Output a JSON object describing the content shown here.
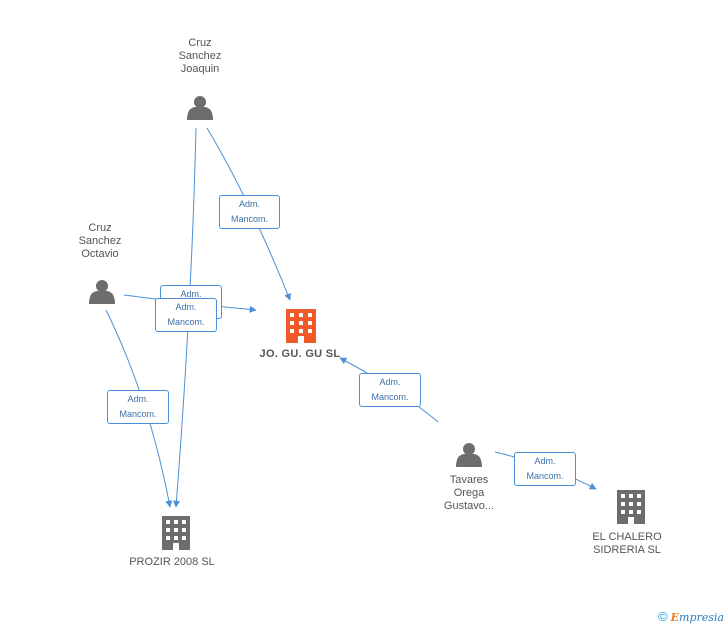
{
  "people": {
    "cruz_joaquin": "Cruz\nSanchez\nJoaquin",
    "cruz_octavio": "Cruz\nSanchez\nOctavio",
    "tavares": "Tavares\nOrega\nGustavo..."
  },
  "companies": {
    "jogugu": "JO. GU. GU SL",
    "prozir": "PROZIR 2008 SL",
    "chalero": "EL CHALERO\nSIDRERIA  SL"
  },
  "edge_labels": {
    "line1": "Adm.",
    "line2": "Mancom."
  },
  "footer": {
    "copyright": "©",
    "brand_first": "E",
    "brand_rest": "mpresia"
  },
  "colors": {
    "main_company": "#f05a28",
    "company": "#6d6d6d",
    "person": "#6d6d6d",
    "edge": "#4a90d9"
  }
}
